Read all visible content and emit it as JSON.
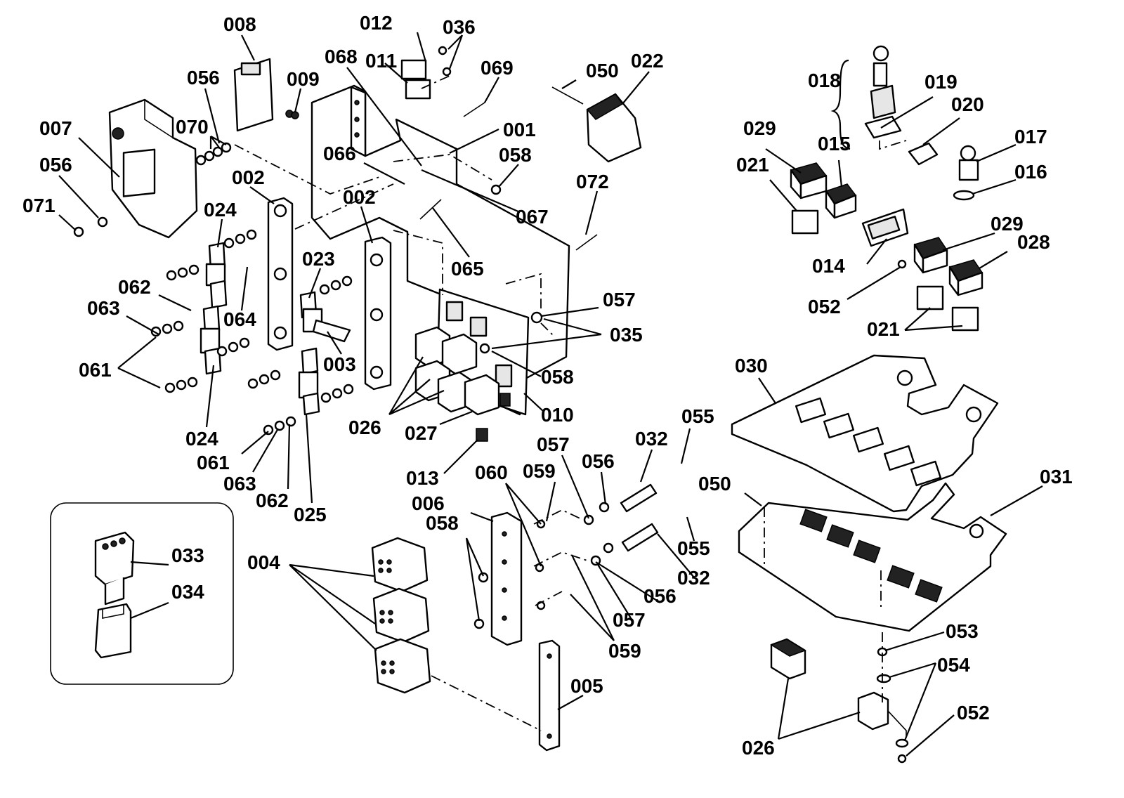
{
  "labels": [
    "008",
    "012",
    "036",
    "011",
    "068",
    "069",
    "050",
    "022",
    "056",
    "009",
    "070",
    "007",
    "056",
    "071",
    "001",
    "066",
    "058",
    "067",
    "072",
    "002",
    "002",
    "024",
    "023",
    "065",
    "062",
    "064",
    "063",
    "061",
    "003",
    "024",
    "057",
    "035",
    "058",
    "026",
    "027",
    "010",
    "061",
    "063",
    "062",
    "025",
    "013",
    "055",
    "032",
    "057",
    "056",
    "059",
    "060",
    "006",
    "058",
    "004",
    "055",
    "032",
    "057",
    "056",
    "059",
    "005",
    "033",
    "034",
    "018",
    "019",
    "020",
    "029",
    "015",
    "017",
    "021",
    "016",
    "029",
    "028",
    "014",
    "052",
    "021",
    "030",
    "031",
    "050",
    "053",
    "054",
    "052",
    "026"
  ],
  "colors": {
    "ink": "#000000",
    "paper": "#ffffff",
    "fill": "#e6e6e6"
  }
}
